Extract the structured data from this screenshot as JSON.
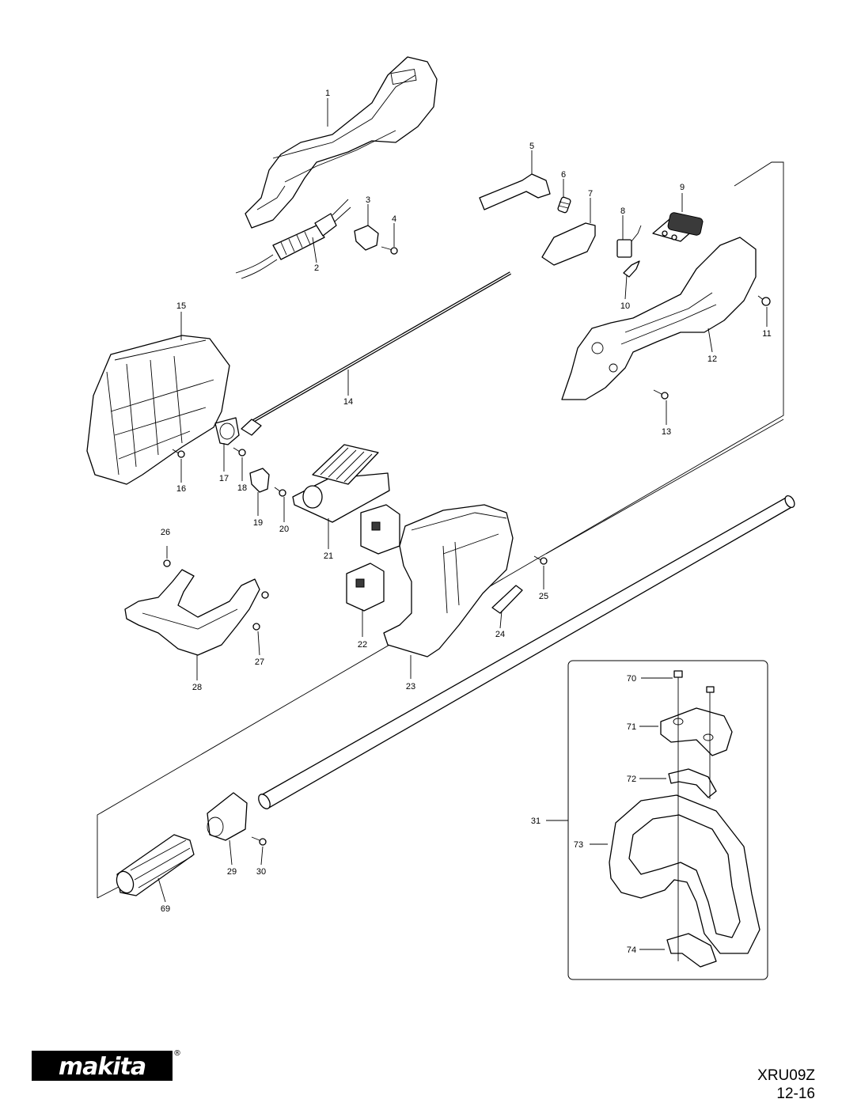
{
  "brand": {
    "name": "makita",
    "trademark": "®"
  },
  "footer": {
    "model": "XRU09Z",
    "date": "12-16"
  },
  "parts": [
    {
      "id": "p1",
      "label": "1"
    },
    {
      "id": "p2",
      "label": "2"
    },
    {
      "id": "p3",
      "label": "3"
    },
    {
      "id": "p4",
      "label": "4"
    },
    {
      "id": "p5",
      "label": "5"
    },
    {
      "id": "p6",
      "label": "6"
    },
    {
      "id": "p7",
      "label": "7"
    },
    {
      "id": "p8",
      "label": "8"
    },
    {
      "id": "p9",
      "label": "9"
    },
    {
      "id": "p10",
      "label": "10"
    },
    {
      "id": "p11",
      "label": "11"
    },
    {
      "id": "p12",
      "label": "12"
    },
    {
      "id": "p13",
      "label": "13"
    },
    {
      "id": "p14",
      "label": "14"
    },
    {
      "id": "p15",
      "label": "15"
    },
    {
      "id": "p16",
      "label": "16"
    },
    {
      "id": "p17",
      "label": "17"
    },
    {
      "id": "p18",
      "label": "18"
    },
    {
      "id": "p19",
      "label": "19"
    },
    {
      "id": "p20",
      "label": "20"
    },
    {
      "id": "p21",
      "label": "21"
    },
    {
      "id": "p22",
      "label": "22"
    },
    {
      "id": "p23",
      "label": "23"
    },
    {
      "id": "p24",
      "label": "24"
    },
    {
      "id": "p25",
      "label": "25"
    },
    {
      "id": "p26",
      "label": "26"
    },
    {
      "id": "p27",
      "label": "27"
    },
    {
      "id": "p28",
      "label": "28"
    },
    {
      "id": "p29",
      "label": "29"
    },
    {
      "id": "p30",
      "label": "30"
    },
    {
      "id": "p31",
      "label": "31"
    },
    {
      "id": "p69",
      "label": "69"
    },
    {
      "id": "p70",
      "label": "70"
    },
    {
      "id": "p71",
      "label": "71"
    },
    {
      "id": "p72",
      "label": "72"
    },
    {
      "id": "p73",
      "label": "73"
    },
    {
      "id": "p74",
      "label": "74"
    }
  ]
}
